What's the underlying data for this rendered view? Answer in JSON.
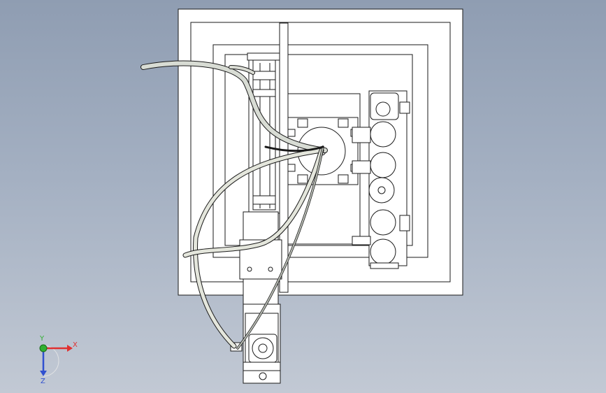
{
  "viewport": {
    "background_top": "#8f9db2",
    "background_bottom": "#c2c9d4",
    "line_color": "#1a1a1a",
    "part_fill": "#ffffff"
  },
  "triad": {
    "x_label": "X",
    "y_label": "Y",
    "z_label": "Z",
    "x_color": "#e03030",
    "y_color": "#30b030",
    "z_color": "#3050d0"
  }
}
